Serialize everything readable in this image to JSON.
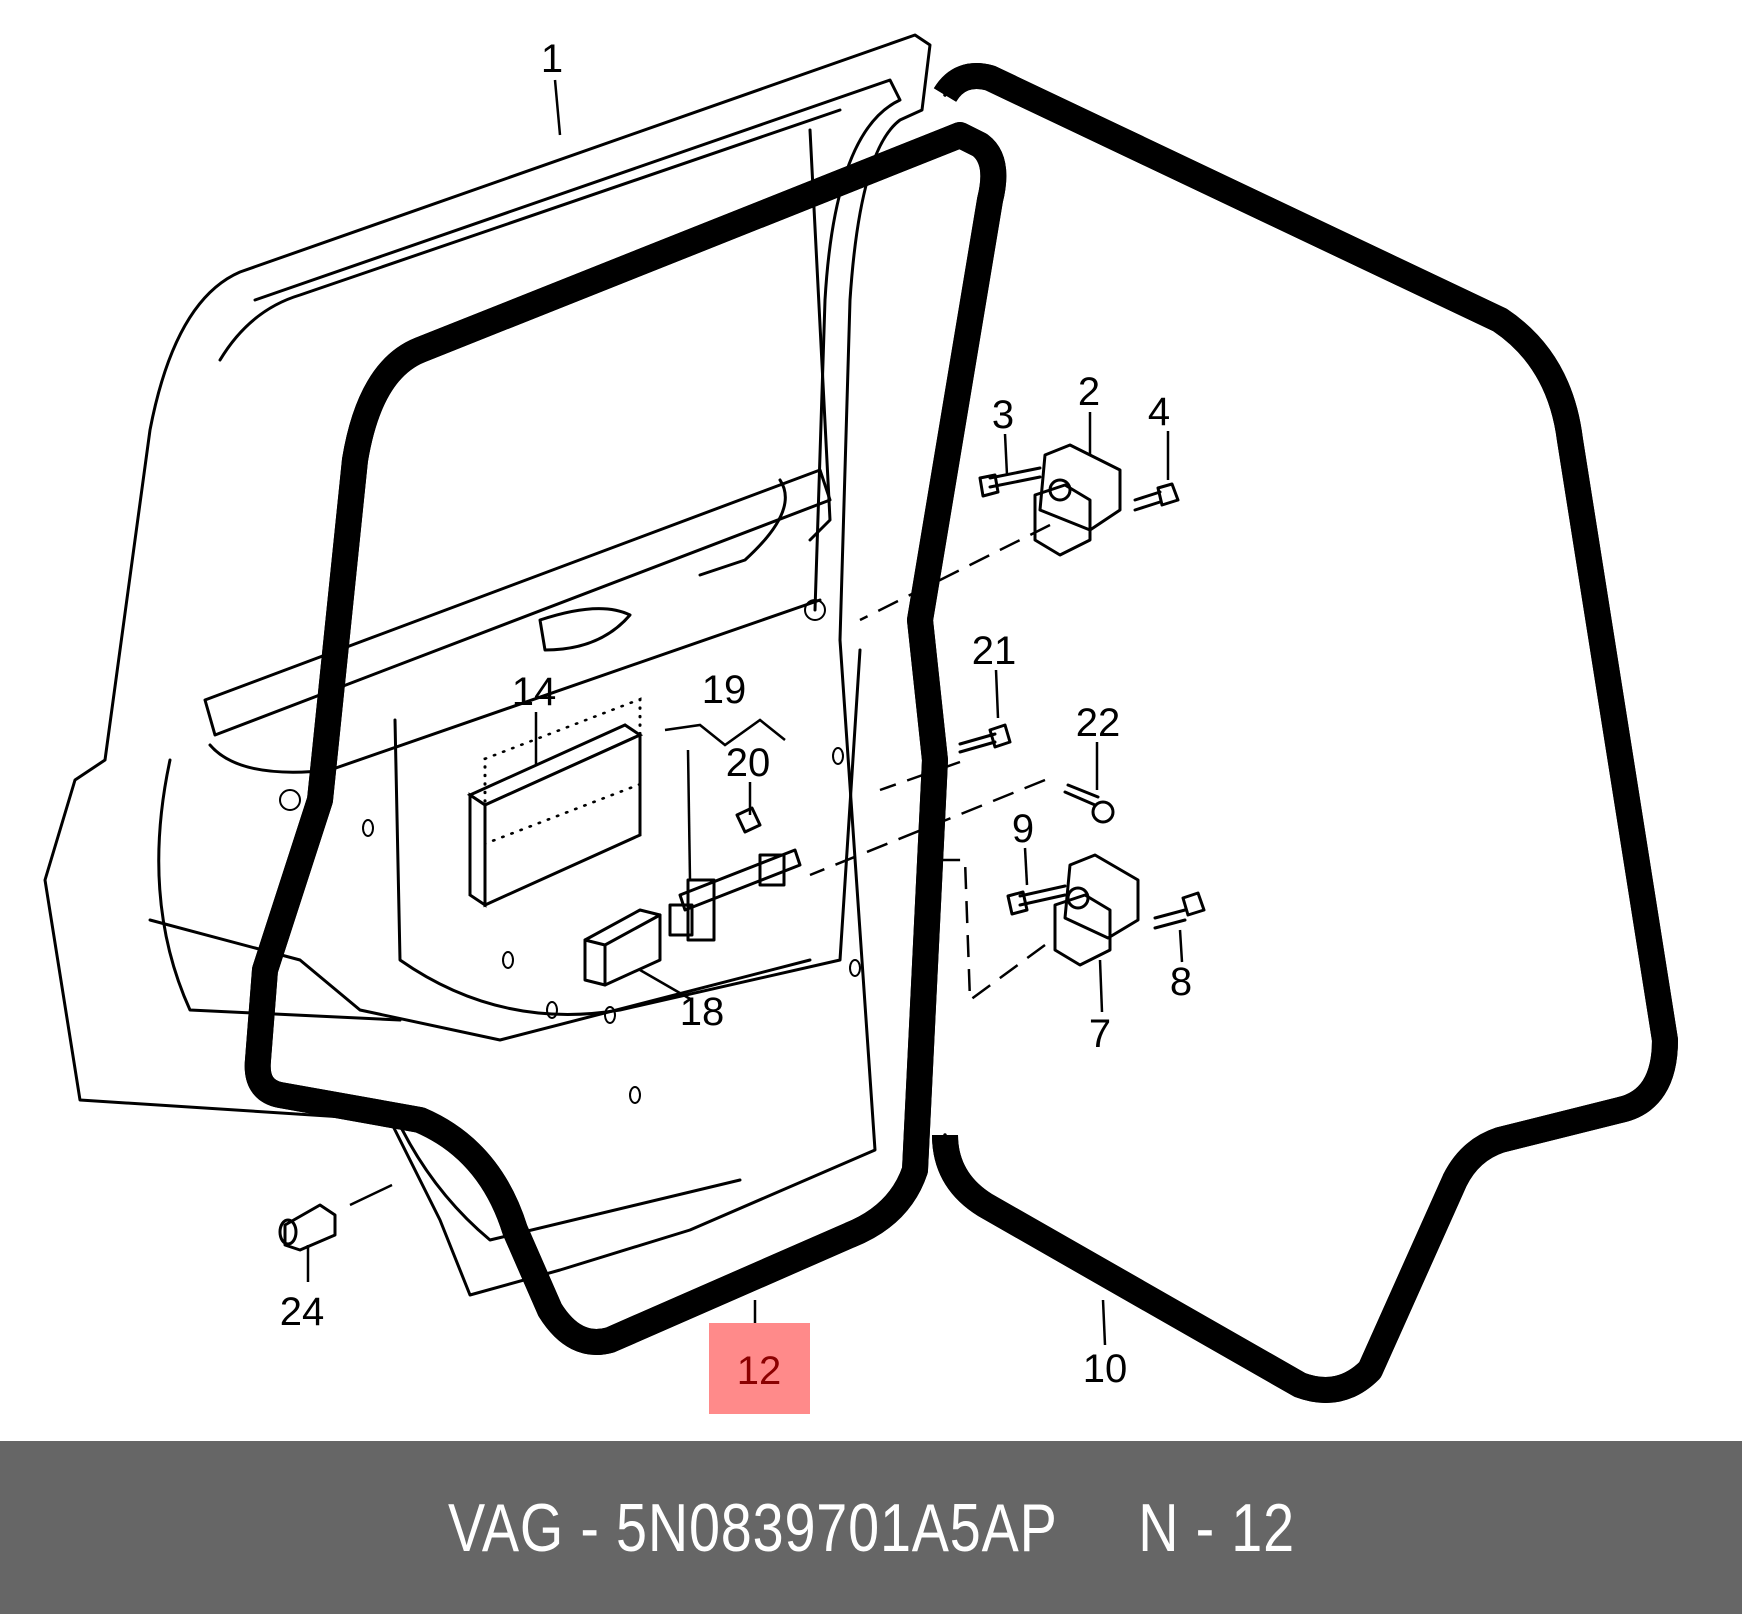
{
  "diagram": {
    "callouts": [
      "1",
      "2",
      "3",
      "4",
      "7",
      "8",
      "9",
      "10",
      "12",
      "14",
      "18",
      "19",
      "20",
      "21",
      "22",
      "24"
    ],
    "highlighted_callout": "12",
    "highlight_color": "#ff8a8a"
  },
  "footer": {
    "brand": "VAG",
    "part_number": "5N0839701A5AP",
    "position": "N - 12",
    "text": "VAG - 5N0839701A5AP     N - 12",
    "background_color": "#666666"
  }
}
